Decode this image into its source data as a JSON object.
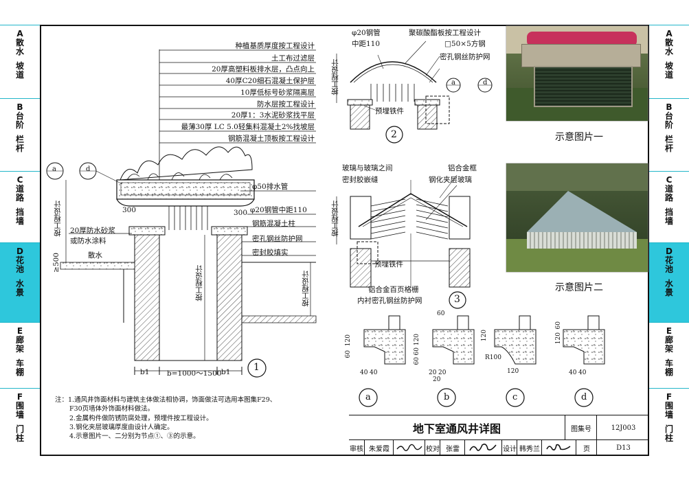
{
  "left_tabs": [
    {
      "letter": "A",
      "top": "散水",
      "bottom": "坡道"
    },
    {
      "letter": "B",
      "top": "台阶",
      "bottom": "栏杆"
    },
    {
      "letter": "C",
      "top": "道路",
      "bottom": "挡墙"
    },
    {
      "letter": "D",
      "top": "花池",
      "bottom": "水景"
    },
    {
      "letter": "E",
      "top": "廊架",
      "bottom": "车棚"
    },
    {
      "letter": "F",
      "top": "围墙",
      "bottom": "门柱"
    }
  ],
  "active_tab": "D",
  "layers": [
    "种植基质厚度按工程设计",
    "土工布过滤层",
    "20厚高塑料板排水层，凸点向上",
    "40厚C20细石混凝土保护层",
    "10厚低标号砂浆隔离层",
    "防水层按工程设计",
    "20厚1：3水泥砂浆找平层",
    "最薄30厚 LC 5.0轻集料混凝土2%找坡层",
    "钢筋混凝土顶板按工程设计"
  ],
  "d1": {
    "drain": "φ50排水管",
    "pipe": "φ20钢管中距110",
    "column": "钢筋混凝土柱",
    "mesh": "密孔钢丝防护网",
    "seal": "密封胶填实",
    "mortar1": "20厚防水砂浆",
    "mortar2": "或防水涂料",
    "sanshui": "散水",
    "ge500": "≥500",
    "dim300a": "300",
    "dim300b": "300",
    "dim_b": "b=1000～1500",
    "b1": "b1",
    "b2": "b1",
    "design": "按工程设计",
    "ref_a": "a",
    "ref_d": "d",
    "num": "1"
  },
  "d2": {
    "pipe1": "φ20钢管",
    "pipe2": "中距110",
    "board": "聚碳酸酯板按工程设计",
    "steel": "□50×5方钢",
    "mesh": "密孔钢丝防护网",
    "embed": "预埋铁件",
    "design": "按工程设计",
    "num": "2"
  },
  "d3": {
    "seal1": "玻璃与玻璃之间",
    "seal2": "密封胶嵌缝",
    "frame": "铝合金框",
    "glass": "钢化夹层玻璃",
    "embed": "预埋铁件",
    "louver1": "铝合金百页格栅",
    "louver2": "内衬密孔钢丝防护网",
    "design": "按工程设计",
    "num": "3"
  },
  "small": [
    {
      "id": "a",
      "dims": [
        "60",
        "120",
        "40",
        "40"
      ]
    },
    {
      "id": "b",
      "dims": [
        "60",
        "60",
        "60",
        "120",
        "20",
        "20",
        "20"
      ]
    },
    {
      "id": "c",
      "dims": [
        "120",
        "120",
        "R100"
      ]
    },
    {
      "id": "d",
      "dims": [
        "120",
        "60",
        "40",
        "40"
      ]
    }
  ],
  "captions": [
    "示意图片一",
    "示意图片二"
  ],
  "notes": [
    "注：1.通风井饰面材料与建筑主体做法相协调，饰面做法可选用本图集F29、",
    "F30页墙体外饰面材料做法。",
    "2.金属构件做防锈防腐处理，预埋件按工程设计。",
    "3.钢化夹层玻璃厚度由设计人确定。",
    "4.示意图片一、二分别为节点①、③的示意。"
  ],
  "title_block": {
    "title": "地下室通风井详图",
    "atlas_label": "图集号",
    "atlas": "12J003",
    "review": "审核",
    "reviewer": "朱爱霞",
    "check": "校对",
    "checker": "张雷",
    "design": "设计",
    "designer": "韩秀兰",
    "page_label": "页",
    "page": "D13"
  }
}
